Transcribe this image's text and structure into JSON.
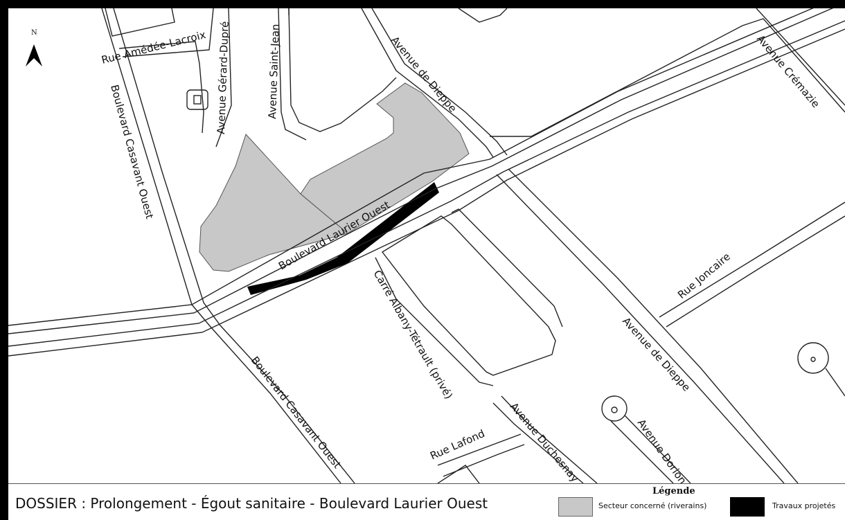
{
  "north_arrow": {
    "label": "N"
  },
  "streets": {
    "amedee_lacroix": "Rue Amédée-Lacroix",
    "gerard_dupre": "Avenue Gérard-Dupré",
    "saint_jean": "Avenue Saint-Jean",
    "dieppe_north": "Avenue de Dieppe",
    "cremazie": "Avenue Crémazie",
    "casavant_north": "Boulevard Casavant Ouest",
    "laurier": "Boulevard Laurier Ouest",
    "albany": "Carré Albany-Tétrault (privé)",
    "joncaire": "Rue Joncaire",
    "dieppe_south": "Avenue de Dieppe",
    "casavant_south": "Boulevard Casavant Ouest",
    "lafond": "Rue Lafond",
    "duchesnay": "Avenue Duchesnay",
    "dorion": "Avenue Dorion"
  },
  "footer": {
    "dossier": "DOSSIER : Prolongement - Égout sanitaire - Boulevard Laurier Ouest"
  },
  "legend": {
    "title": "Légende",
    "items": [
      {
        "label": "Secteur concerné (riverains)",
        "color": "#c8c8c8"
      },
      {
        "label": "Travaux projetés",
        "color": "#000000"
      }
    ]
  }
}
